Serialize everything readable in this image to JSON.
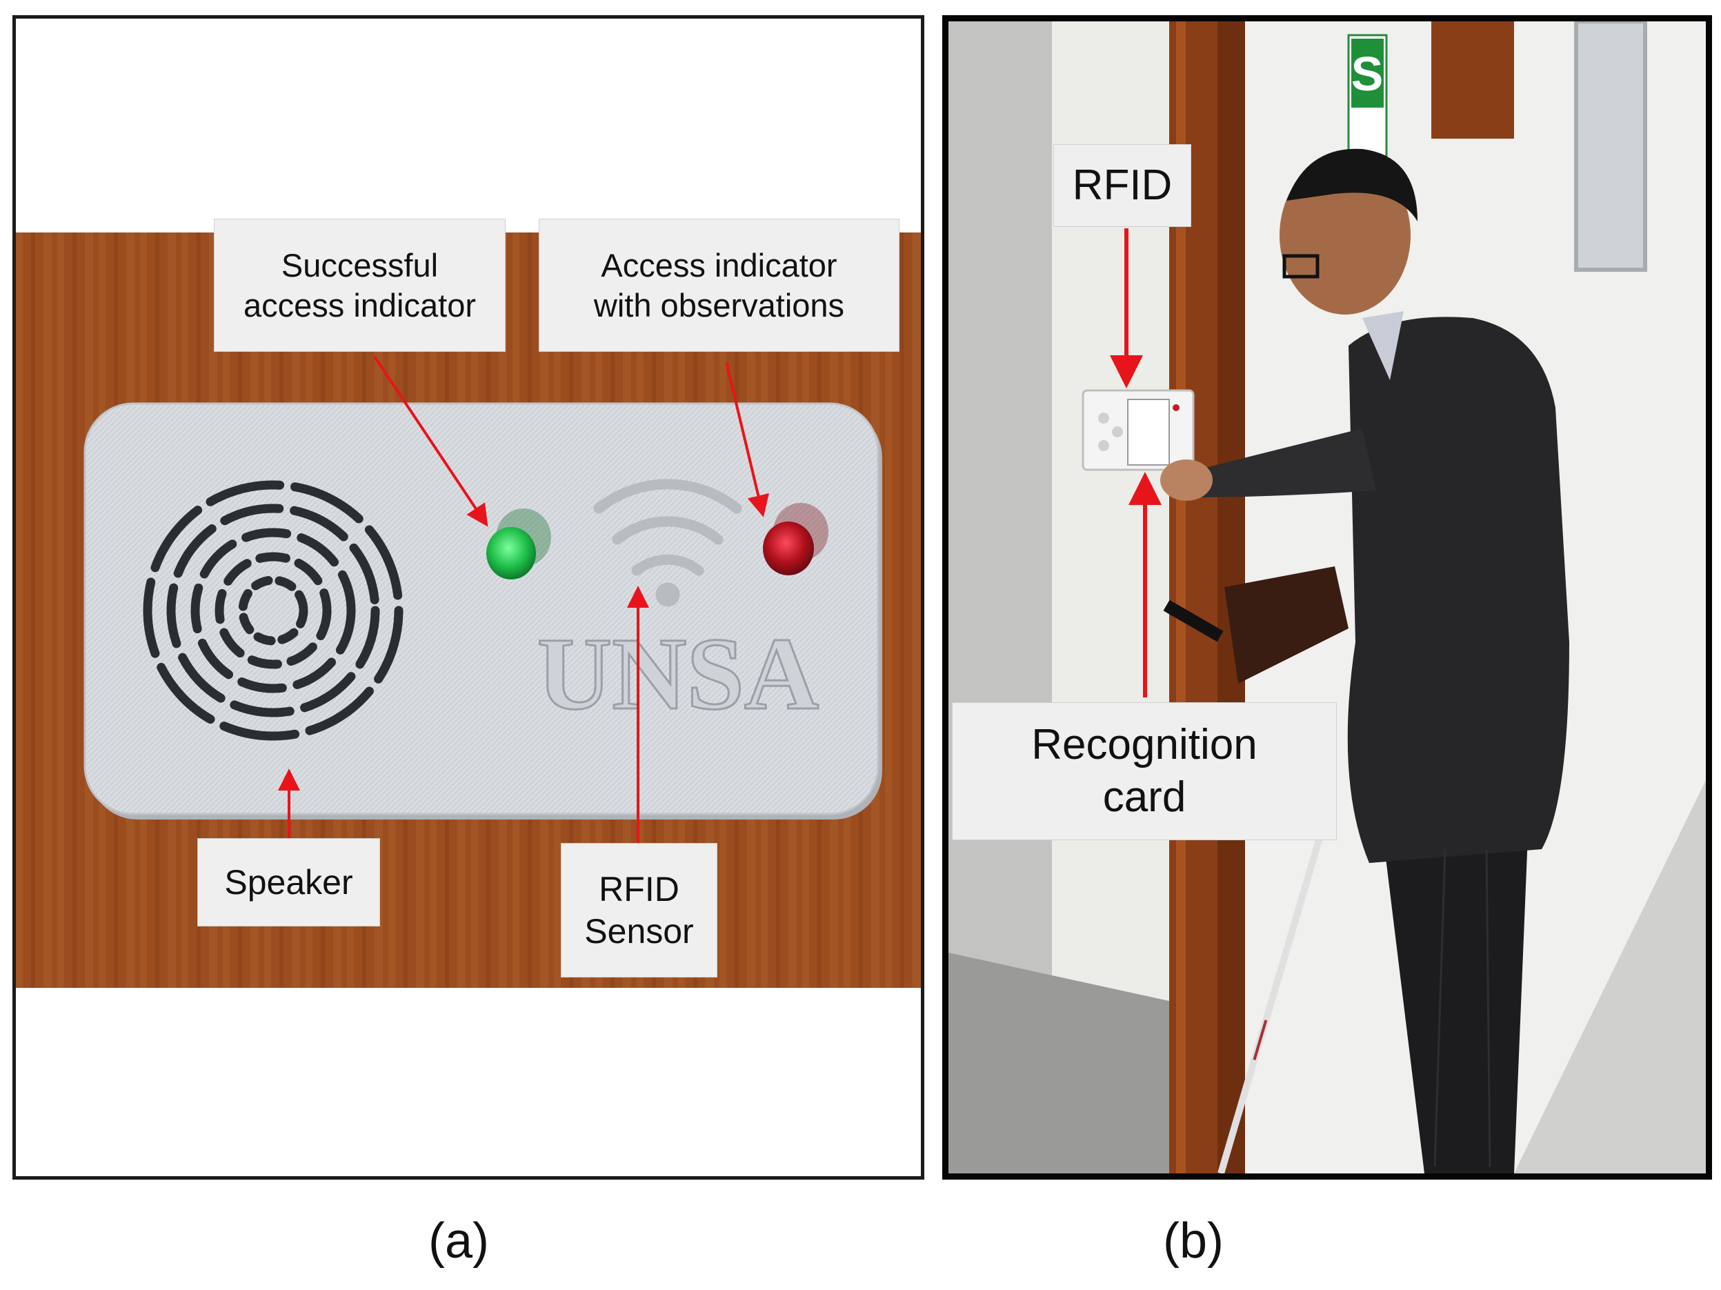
{
  "figure": {
    "panel_a": {
      "caption": "(a)",
      "device_logo": "UNSA",
      "labels": {
        "successful_access": "Successful\naccess indicator",
        "access_with_observations": "Access indicator\nwith observations",
        "speaker": "Speaker",
        "rfid_sensor": "RFID\nSensor"
      },
      "colors": {
        "wood": "#9b4d1f",
        "device_body": "#d9dde1",
        "green_led": "#1fbf4a",
        "red_led": "#b0101c",
        "arrow": "#e8141b"
      }
    },
    "panel_b": {
      "caption": "(b)",
      "labels": {
        "rfid": "RFID",
        "recognition_card": "Recognition\ncard"
      },
      "colors": {
        "wall": "#e4e4e2",
        "door_frame": "#8a3e17",
        "jacket": "#262628",
        "arrow": "#e8141b"
      }
    }
  }
}
